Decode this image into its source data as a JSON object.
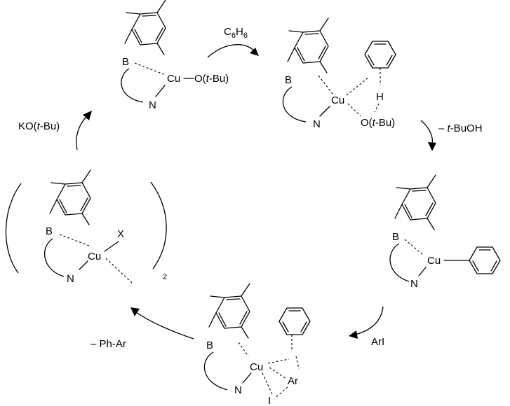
{
  "reagents": {
    "benzene": "C",
    "benzene_sub1": "6",
    "benzene_h": "H",
    "benzene_sub2": "6",
    "minus_tbuoh": "– t-BuOH",
    "aryl_iodide": "ArI",
    "minus_phar": "– Ph-Ar",
    "kotbu": "KO(t-Bu)"
  },
  "atoms": {
    "boron": "B",
    "nitrogen": "N",
    "copper": "Cu",
    "otbu": "O(t-Bu)",
    "hydrogen": "H",
    "aryl": "Ar",
    "iodine": "I",
    "halide": "X",
    "dimer_subscript": "2"
  }
}
